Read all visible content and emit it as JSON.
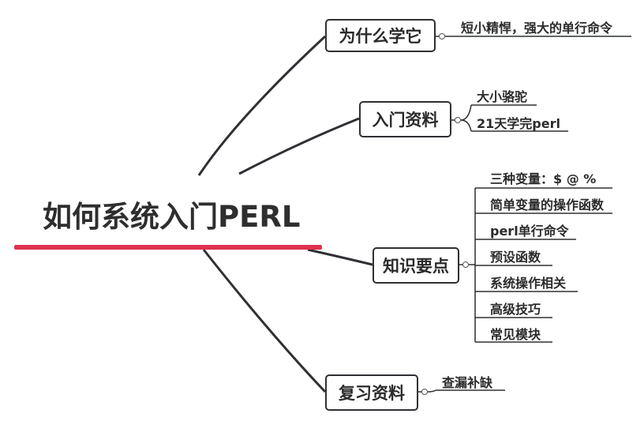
{
  "root": {
    "title": "如何系统入门PERL"
  },
  "topics": [
    {
      "label": "为什么学它",
      "children": [
        "短小精悍，强大的单行命令"
      ]
    },
    {
      "label": "入门资料",
      "children": [
        "大小骆驼",
        "21天学完perl"
      ]
    },
    {
      "label": "知识要点",
      "children": [
        "三种变量：$ @ %",
        "简单变量的操作函数",
        "perl单行命令",
        "预设函数",
        "系统操作相关",
        "高级技巧",
        "常见模块"
      ]
    },
    {
      "label": "复习资料",
      "children": [
        "查漏补缺"
      ]
    }
  ],
  "colors": {
    "accent": "#e0304e",
    "line": "#2f3034",
    "text": "#2b2b2b"
  }
}
